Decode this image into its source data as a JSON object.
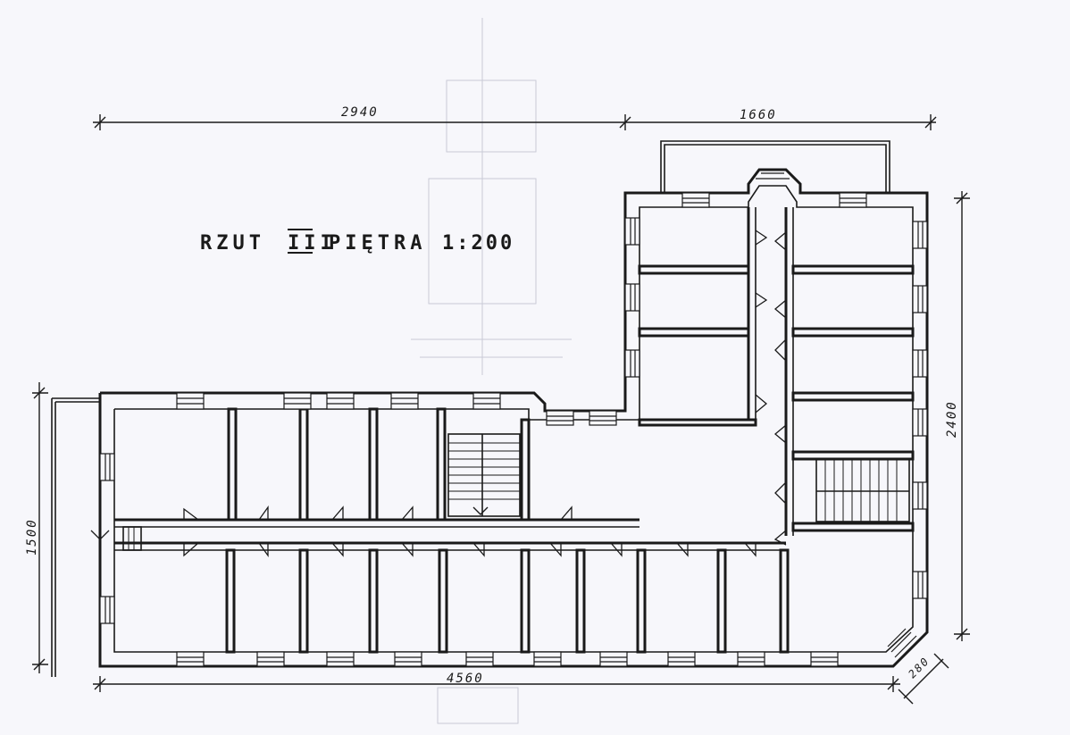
{
  "drawing": {
    "title_prefix": "RZUT",
    "title_floor": "III",
    "title_suffix": "PIĘTRA",
    "title_scale": "1:200"
  },
  "dimensions": {
    "top_left": "2940",
    "top_right": "1660",
    "right_height": "2400",
    "left_height": "1500",
    "bottom_width": "4560",
    "corner_diagonal": "280"
  },
  "colors": {
    "paper": "#f7f7fb",
    "ink": "#1a1a1a",
    "faint_bleed": "#c9cad6"
  }
}
